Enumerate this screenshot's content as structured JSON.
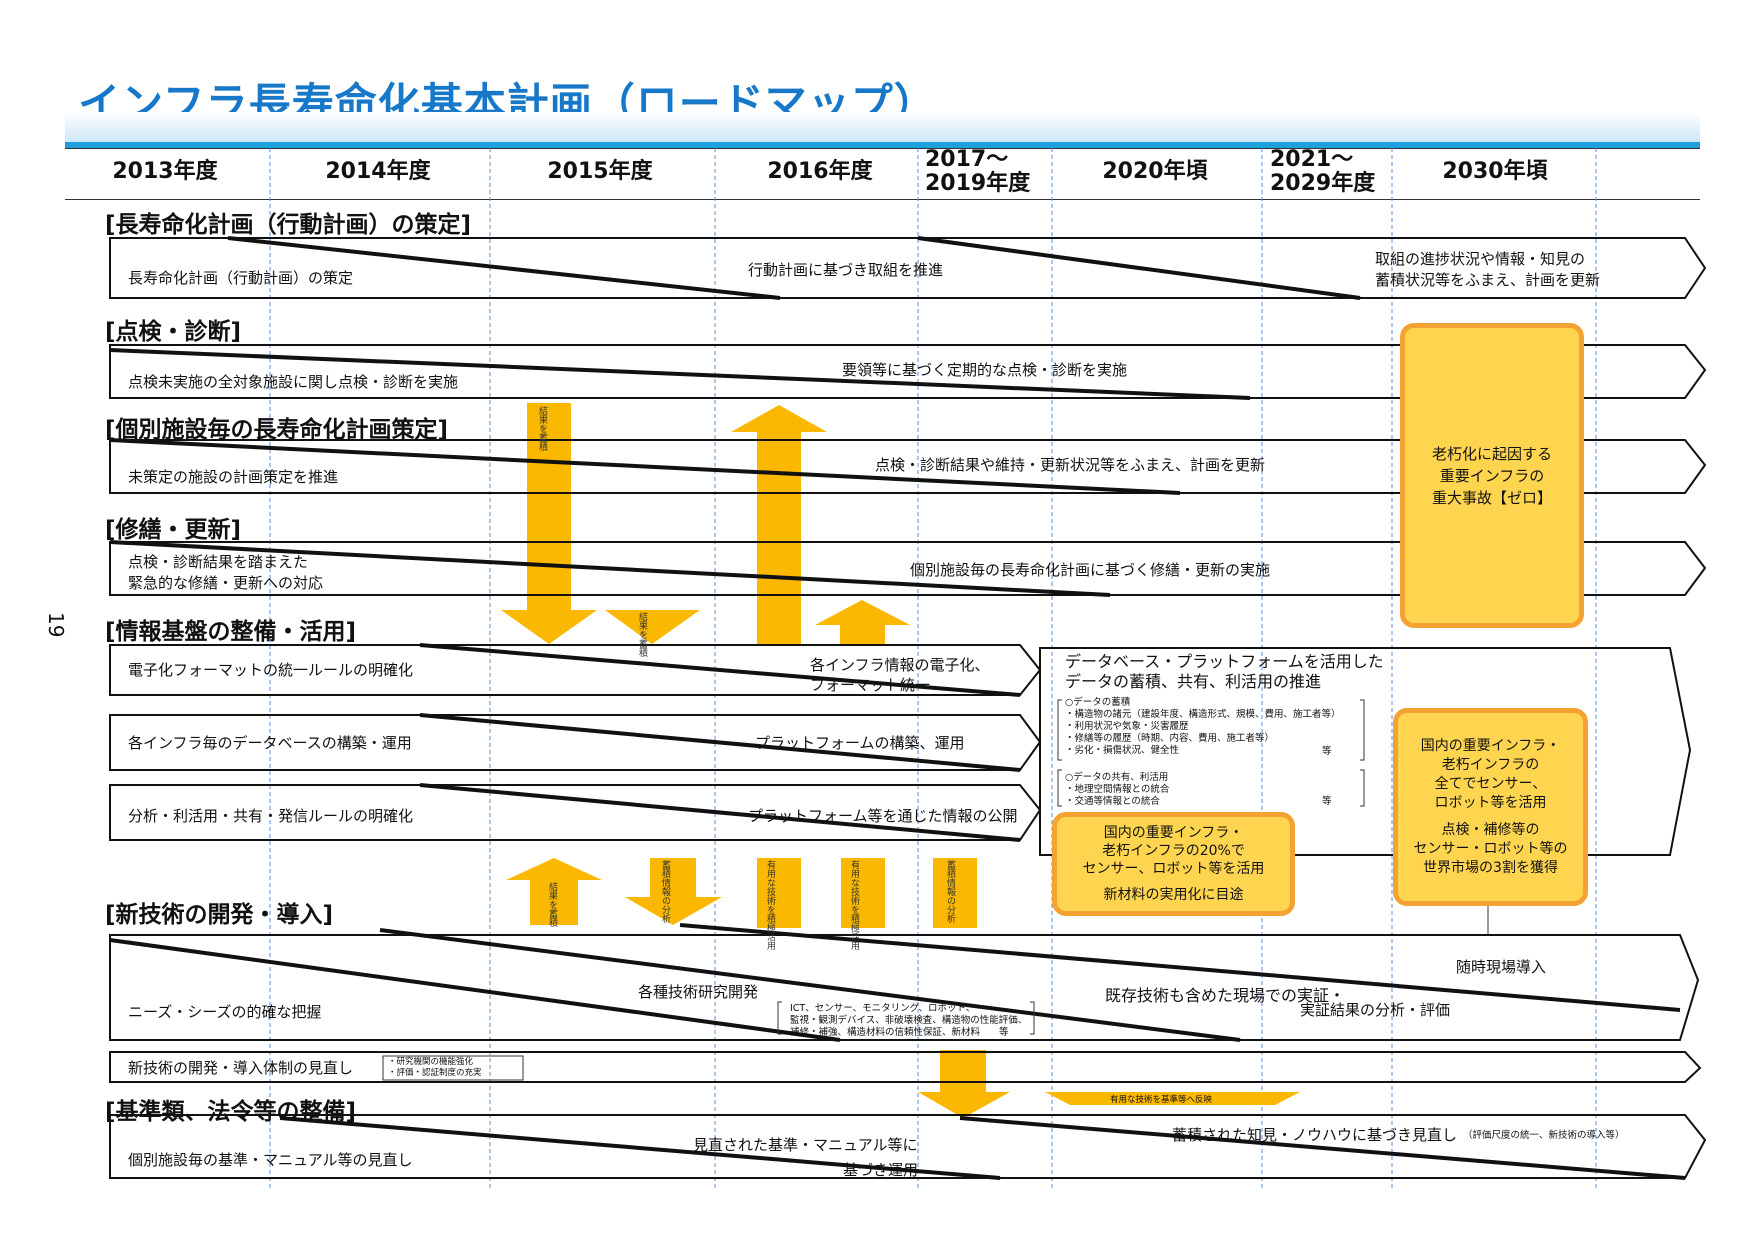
{
  "title": "インフラ長寿命化基本計画（ロードマップ）",
  "page_number": "19",
  "years": [
    "2013年度",
    "2014年度",
    "2015年度",
    "2016年度",
    "2017～\n2019年度",
    "2020年頃",
    "2021～\n2029年度",
    "2030年頃"
  ],
  "sections": {
    "action_plan": {
      "heading": "[長寿命化計画（行動計画）の策定]",
      "start": "長寿命化計画（行動計画）の策定",
      "middle": "行動計画に基づき取組を推進",
      "end_1": "取組の進捗状況や情報・知見の",
      "end_2": "蓄積状況等をふまえ、計画を更新"
    },
    "inspection": {
      "heading": "[点検・診断]",
      "start": "点検未実施の全対象施設に関し点検・診断を実施",
      "end": "要領等に基づく定期的な点検・診断を実施"
    },
    "facility_plan": {
      "heading": "[個別施設毎の長寿命化計画策定]",
      "start": "未策定の施設の計画策定を推進",
      "end": "点検・診断結果や維持・更新状況等をふまえ、計画を更新"
    },
    "repair": {
      "heading": "[修繕・更新]",
      "start_1": "点検・診断結果を踏まえた",
      "start_2": "緊急的な修繕・更新への対応",
      "end": "個別施設毎の長寿命化計画に基づく修繕・更新の実施"
    },
    "info": {
      "heading": "[情報基盤の整備・活用]",
      "row1_start": "電子化フォーマットの統一ルールの明確化",
      "row1_end_1": "各インフラ情報の電子化、",
      "row1_end_2": "フォーマット統一",
      "row2_start": "各インフラ毎のデータベースの構築・運用",
      "row2_end": "プラットフォームの構築、運用",
      "row3_start": "分析・利活用・共有・発信ルールの明確化",
      "row3_end": "プラットフォーム等を通じた情報の公開",
      "big_1": "データベース・プラットフォームを活用した",
      "big_2": "データの蓄積、共有、利活用の推進",
      "list_a": [
        "○データの蓄積",
        "・構造物の諸元（建設年度、構造形式、規模、費用、施工者等）",
        "・利用状況や気象・災害履歴",
        "・修繕等の履歴（時期、内容、費用、施工者等）",
        "・劣化・損傷状況、健全性"
      ],
      "list_a_etc": "等",
      "list_b": [
        "○データの共有、利活用",
        "・地理空間情報との統合",
        "・交通等情報との統合"
      ],
      "list_b_etc": "等"
    },
    "tech": {
      "heading": "[新技術の開発・導入]",
      "row1_start": "ニーズ・シーズの的確な把握",
      "row1_mid": "各種技術研究開発",
      "row1_list": [
        "ICT、センサー、モニタリング、ロボット、",
        "監視・観測デバイス、非破壊検査、構造物の性能評価、",
        "補修・補強、構造材料の信頼性保証、新材料　　等"
      ],
      "row1_phase_1": "既存技術も含めた現場での実証・",
      "row1_phase_2": "実証結果の分析・評価",
      "row1_end": "随時現場導入",
      "row2_start": "新技術の開発・導入体制の見直し",
      "row2_list": [
        "・研究機関の機能強化",
        "・評価・認証制度の充実"
      ]
    },
    "standards": {
      "heading": "[基準類、法令等の整備]",
      "start": "個別施設毎の基準・マニュアル等の見直し",
      "mid_1": "見直された基準・マニュアル等に",
      "mid_2": "基づき運用",
      "end": "蓄積された知見・ノウハウに基づき見直し",
      "end_note": "（評価尺度の統一、新技術の導入等）",
      "feedback": "有用な技術を基準等へ反映"
    }
  },
  "goals": {
    "zero_accident": [
      "老朽化に起因する",
      "重要インフラの",
      "重大事故【ゼロ】"
    ],
    "target_2020": [
      "国内の重要インフラ・",
      "老朽インフラの20%で",
      "センサー、ロボット等を活用",
      "",
      "新材料の実用化に目途"
    ],
    "target_2030": [
      "国内の重要インフラ・",
      "老朽インフラの",
      "全てでセンサー、",
      "ロボット等を活用",
      "",
      "点検・補修等の",
      "センサー・ロボット等の",
      "世界市場の3割を獲得"
    ]
  },
  "arrow_labels": {
    "accumulate": "結果を蓄積",
    "analyze": "蓄積情報の分析",
    "useful_tech": "有用な技術を積極活用"
  },
  "colors": {
    "title": "#1778c9",
    "accent_arrow": "#fbb800",
    "goal_fill": "#ffd54f",
    "goal_border": "#f4a233"
  }
}
